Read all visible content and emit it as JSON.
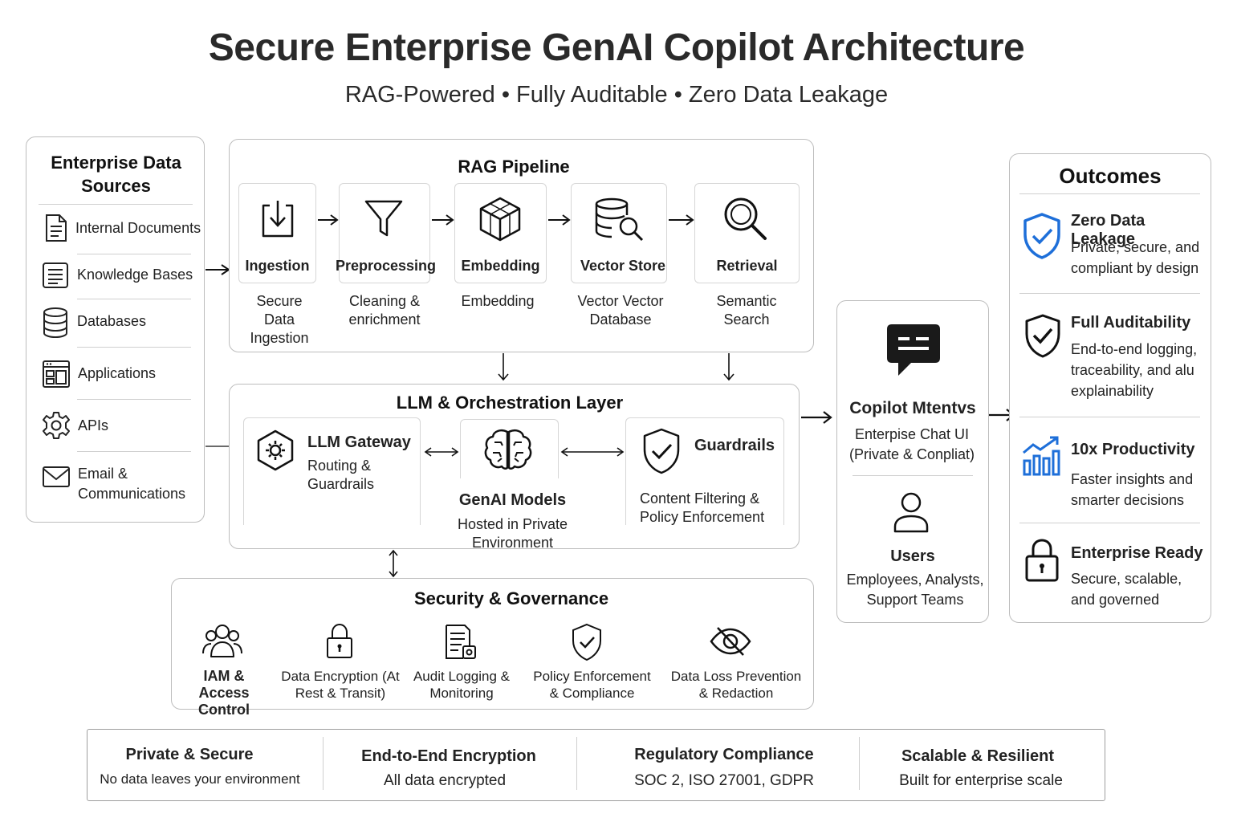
{
  "header": {
    "title": "Secure Enterprise GenAI Copilot Architecture",
    "subtitle": "RAG-Powered  •  Fully Auditable  •  Zero Data Leakage"
  },
  "data_sources": {
    "title": "Enterprise Data Sources",
    "items": [
      {
        "label": "Internal Documents",
        "icon": "document-icon"
      },
      {
        "label": "Knowledge Bases",
        "icon": "knowledge-base-icon"
      },
      {
        "label": "Databases",
        "icon": "database-icon"
      },
      {
        "label": "Applications",
        "icon": "applications-icon"
      },
      {
        "label": "APIs",
        "icon": "gear-icon"
      },
      {
        "label": "Email & Communications",
        "icon": "mail-icon"
      }
    ]
  },
  "rag": {
    "title": "RAG Pipeline",
    "steps": [
      {
        "label": "Ingestion",
        "desc": "Secure Data Ingestion",
        "icon": "download-icon"
      },
      {
        "label": "Preprocessing",
        "desc": "Cleaning & enrichment",
        "icon": "filter-icon"
      },
      {
        "label": "Embedding",
        "desc": "Embedding",
        "icon": "cube-icon"
      },
      {
        "label": "Vector Store",
        "desc": "Vector Vector Database",
        "icon": "database-search-icon"
      },
      {
        "label": "Retrieval",
        "desc": "Semantic Search",
        "icon": "magnifier-icon"
      }
    ]
  },
  "llm": {
    "title": "LLM & Orchestration Layer",
    "gateway": {
      "label": "LLM Gateway",
      "desc": "Routing & Guardrails",
      "icon": "hexagon-gear-icon"
    },
    "models": {
      "label": "GenAI Models",
      "desc": "Hosted in Private Environment",
      "icon": "brain-icon"
    },
    "guardrails": {
      "label": "Guardrails",
      "desc": "Content Filtering & Policy Enforcement",
      "icon": "shield-check-icon"
    }
  },
  "security": {
    "title": "Security & Governance",
    "items": [
      {
        "label": "IAM & Access Control",
        "icon": "users-icon"
      },
      {
        "label": "Data Encryption (At Rest & Transit)",
        "icon": "lock-icon"
      },
      {
        "label": "Audit Logging & Monitoring",
        "icon": "audit-doc-icon"
      },
      {
        "label": "Policy Enforcement & Compliance",
        "icon": "shield-check-icon"
      },
      {
        "label": "Data Loss Prevention & Redaction",
        "icon": "eye-off-icon"
      }
    ]
  },
  "copilot": {
    "title": "Copilot Mtentvs",
    "desc": "Enterpise Chat UI (Private & Conpliat)",
    "icon": "chat-icon",
    "users_title": "Users",
    "users_desc": "Employees, Analysts, Support Teams",
    "users_icon": "user-icon"
  },
  "outcomes": {
    "title": "Outcomes",
    "items": [
      {
        "title": "Zero Data Leakage",
        "desc": "Private, secure, and compliant by design",
        "icon": "shield-check-icon"
      },
      {
        "title": "Full Auditability",
        "desc": "End-to-end logging, traceability, and alu explainability",
        "icon": "shield-check-icon"
      },
      {
        "title": "10x Productivity",
        "desc": "Faster insights and smarter decisions",
        "icon": "bar-chart-icon"
      },
      {
        "title": "Enterprise Ready",
        "desc": "Secure, scalable, and governed",
        "icon": "lock-icon"
      }
    ]
  },
  "footer": [
    {
      "title": "Private & Secure",
      "desc": "No data leaves your environment"
    },
    {
      "title": "End-to-End Encryption",
      "desc": "All data encrypted"
    },
    {
      "title": "Regulatory Compliance",
      "desc": "SOC 2, ISO 27001, GDPR"
    },
    {
      "title": "Scalable & Resilient",
      "desc": "Built for enterprise scale"
    }
  ],
  "colors": {
    "accent": "#1e6fd9",
    "text": "#1a1a1a",
    "border": "#bdbdbd"
  }
}
